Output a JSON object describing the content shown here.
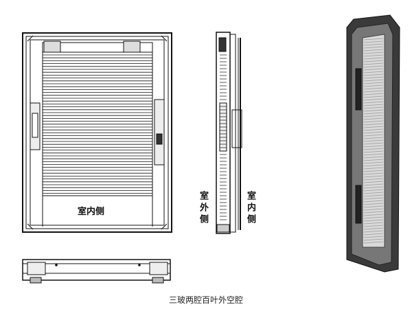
{
  "front_view": {
    "label": "室内侧"
  },
  "side_view": {
    "left_label": "室外侧",
    "right_label": "室内侧"
  },
  "caption": "三玻两腔百叶外空腔"
}
